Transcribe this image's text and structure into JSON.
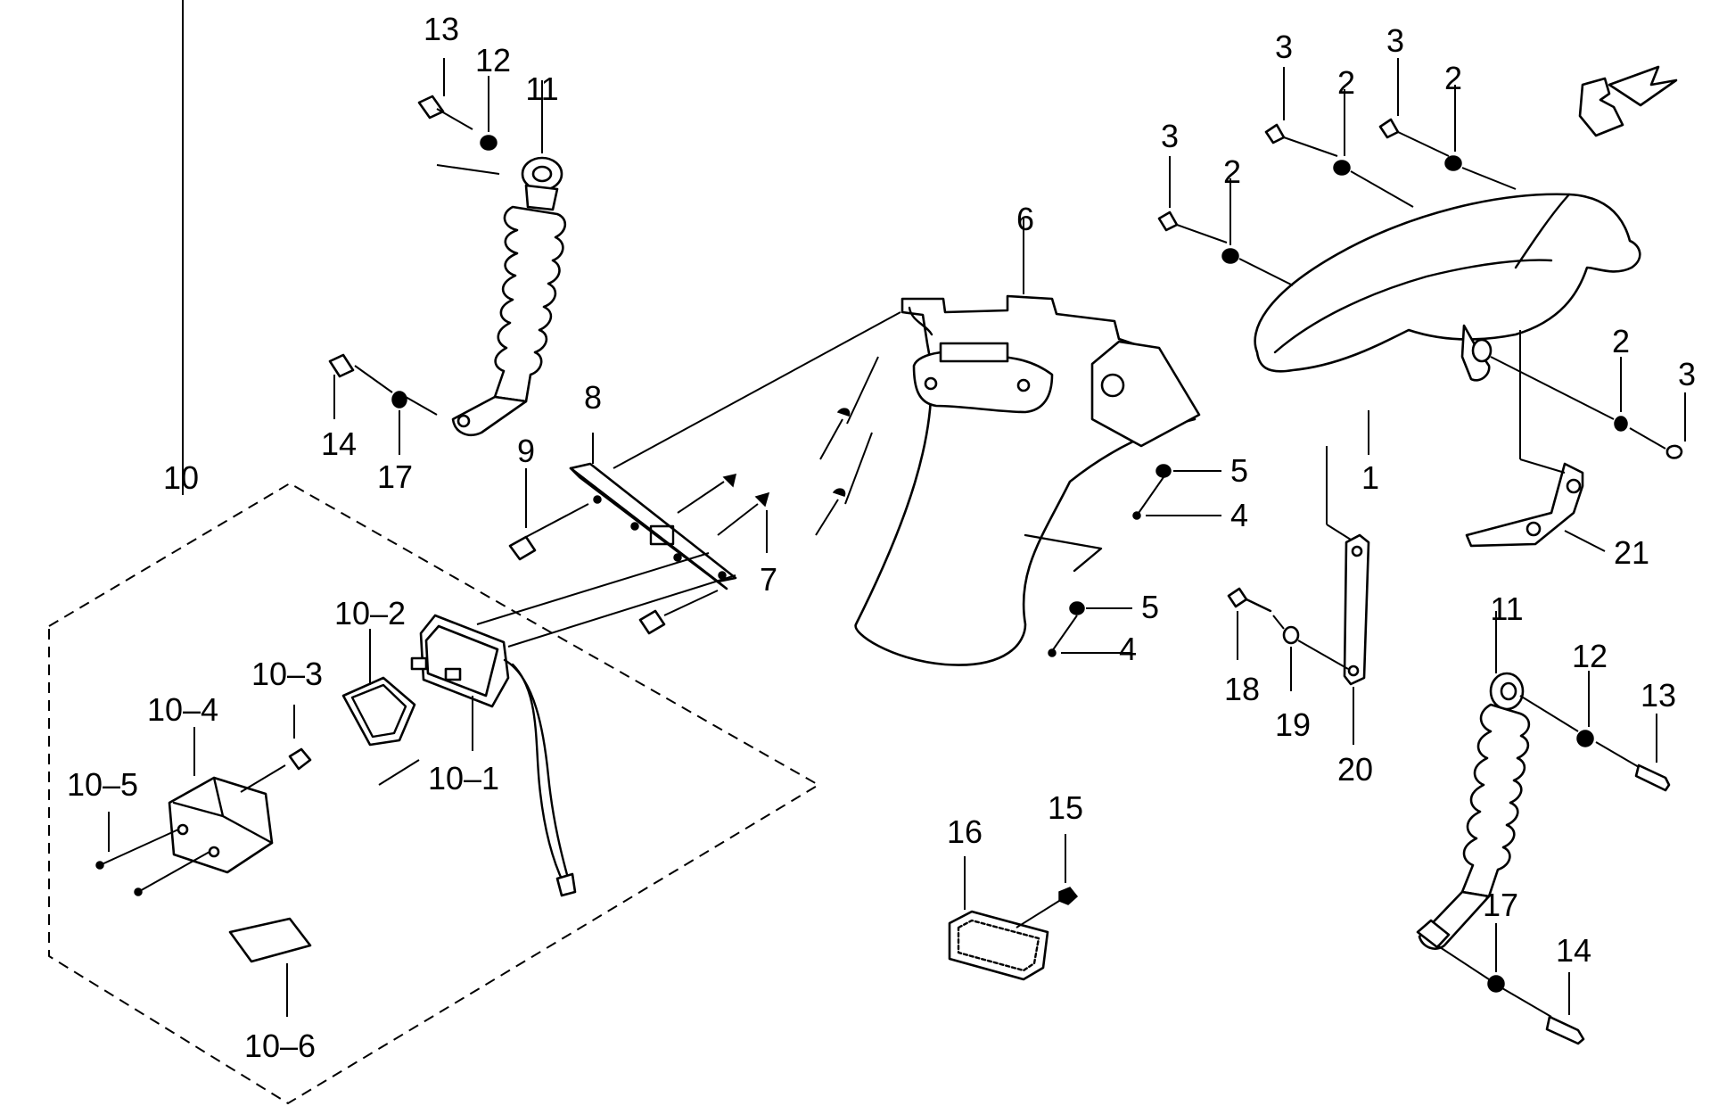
{
  "callouts": [
    {
      "id": "c13a",
      "text": "13"
    },
    {
      "id": "c12a",
      "text": "12"
    },
    {
      "id": "c11a",
      "text": "11"
    },
    {
      "id": "c14a",
      "text": "14"
    },
    {
      "id": "c17a",
      "text": "17"
    },
    {
      "id": "c9",
      "text": "9"
    },
    {
      "id": "c8",
      "text": "8"
    },
    {
      "id": "c10",
      "text": "10"
    },
    {
      "id": "c10-2",
      "text": "10–2"
    },
    {
      "id": "c10-3",
      "text": "10–3"
    },
    {
      "id": "c10-4",
      "text": "10–4"
    },
    {
      "id": "c10-5",
      "text": "10–5"
    },
    {
      "id": "c10-1",
      "text": "10–1"
    },
    {
      "id": "c10-6",
      "text": "10–6"
    },
    {
      "id": "c7",
      "text": "7"
    },
    {
      "id": "c6",
      "text": "6"
    },
    {
      "id": "c5a",
      "text": "5"
    },
    {
      "id": "c4a",
      "text": "4"
    },
    {
      "id": "c5b",
      "text": "5"
    },
    {
      "id": "c4b",
      "text": "4"
    },
    {
      "id": "c16",
      "text": "16"
    },
    {
      "id": "c15",
      "text": "15"
    },
    {
      "id": "c3a",
      "text": "3"
    },
    {
      "id": "c2a",
      "text": "2"
    },
    {
      "id": "c3b",
      "text": "3"
    },
    {
      "id": "c2b",
      "text": "2"
    },
    {
      "id": "c3c",
      "text": "3"
    },
    {
      "id": "c2c",
      "text": "2"
    },
    {
      "id": "c1",
      "text": "1"
    },
    {
      "id": "c2d",
      "text": "2"
    },
    {
      "id": "c3d",
      "text": "3"
    },
    {
      "id": "c21",
      "text": "21"
    },
    {
      "id": "c18",
      "text": "18"
    },
    {
      "id": "c19",
      "text": "19"
    },
    {
      "id": "c20",
      "text": "20"
    },
    {
      "id": "c11b",
      "text": "11"
    },
    {
      "id": "c12b",
      "text": "12"
    },
    {
      "id": "c13b",
      "text": "13"
    },
    {
      "id": "c17b",
      "text": "17"
    },
    {
      "id": "c14b",
      "text": "14"
    }
  ]
}
